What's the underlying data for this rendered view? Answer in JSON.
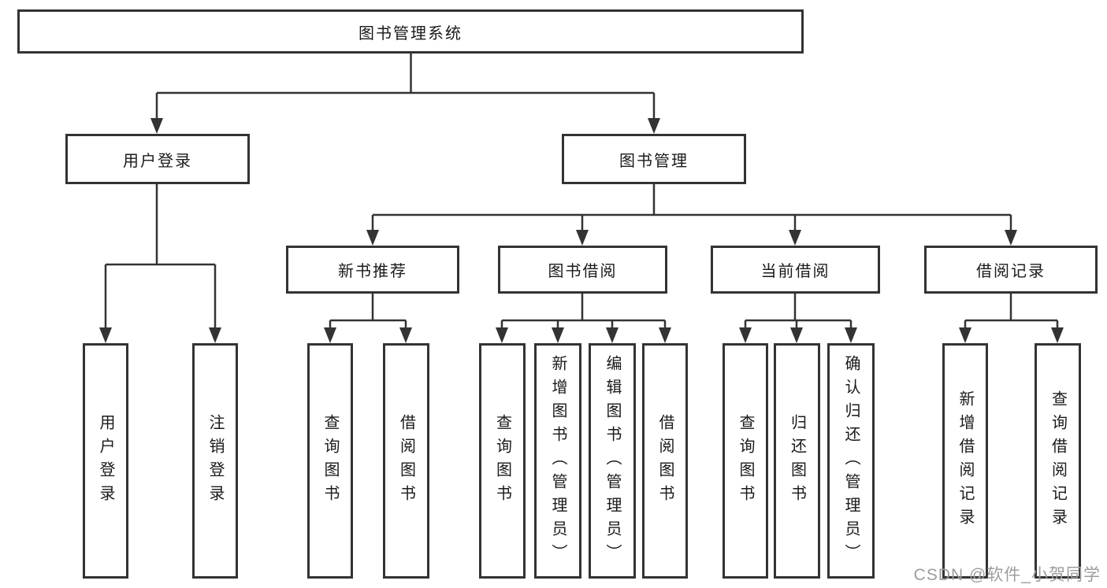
{
  "diagram": {
    "root": {
      "label": "图书管理系统"
    },
    "level2": {
      "user_login": {
        "label": "用户登录"
      },
      "book_mgmt": {
        "label": "图书管理"
      }
    },
    "level3": {
      "new_book_rec": {
        "label": "新书推荐"
      },
      "book_borrow": {
        "label": "图书借阅"
      },
      "current_borrow": {
        "label": "当前借阅"
      },
      "borrow_records": {
        "label": "借阅记录"
      }
    },
    "leaves": {
      "user_login": [
        "用户登录",
        "注销登录"
      ],
      "new_book_rec": [
        "查询图书",
        "借阅图书"
      ],
      "book_borrow": [
        "查询图书",
        "新增图书（管理员）",
        "编辑图书（管理员）",
        "借阅图书"
      ],
      "current_borrow": [
        "查询图书",
        "归还图书",
        "确认归还（管理员）"
      ],
      "borrow_records": [
        "新增借阅记录",
        "查询借阅记录"
      ]
    },
    "colors": {
      "line": "#333333",
      "border": "#333333",
      "text": "#1a1a1a",
      "watermark": "#9d9d9d",
      "background": "#ffffff"
    }
  },
  "watermark": {
    "text": "CSDN @软件_小贺同学"
  }
}
